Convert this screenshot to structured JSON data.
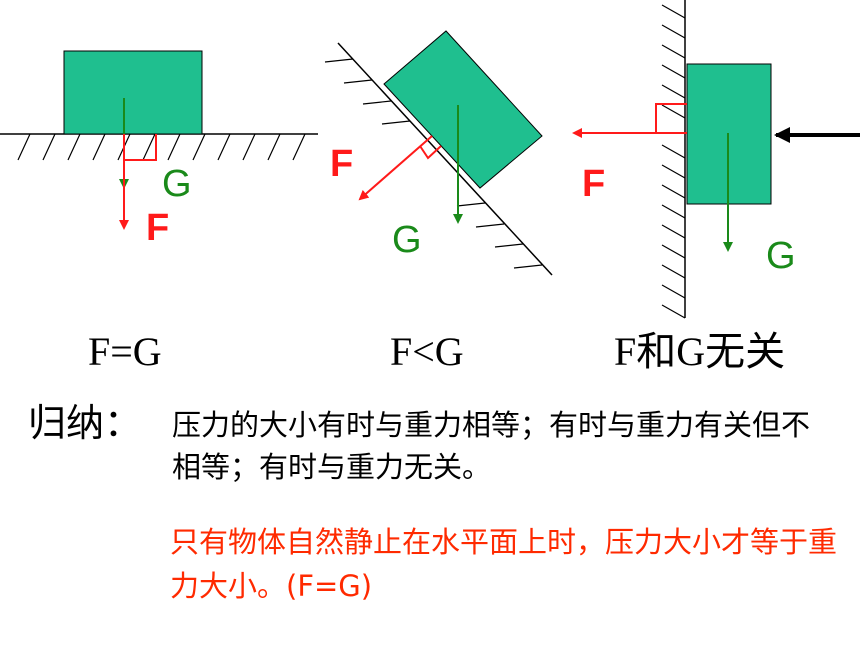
{
  "colors": {
    "block": "#1fbf8f",
    "gravity": "#1a8a1a",
    "pressure": "#ff1a1a",
    "conclusion": "#ff2a00",
    "text": "#000000"
  },
  "cases": [
    {
      "force_label": "F",
      "gravity_label": "G",
      "caption": "F=G"
    },
    {
      "force_label": "F",
      "gravity_label": "G",
      "caption": "F<G"
    },
    {
      "force_label": "F",
      "gravity_label": "G",
      "caption": "F和G无关"
    }
  ],
  "summary": {
    "label": "归纳：",
    "text": "压力的大小有时与重力相等；有时与重力有关但不相等；有时与重力无关。",
    "conclusion": "只有物体自然静止在水平面上时，压力大小才等于重力大小。(F=G)"
  }
}
